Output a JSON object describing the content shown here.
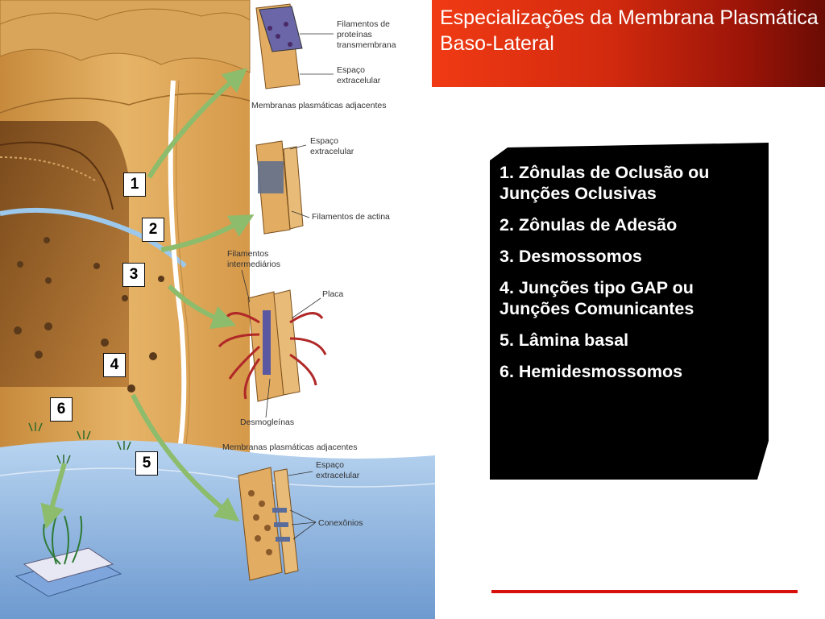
{
  "title": "Especializações da Membrana Plasmática Baso-Lateral",
  "legend": [
    "1. Zônulas de Oclusão ou Junções Oclusivas",
    "2. Zônulas de Adesão",
    "3. Desmossomos",
    "4. Junções tipo GAP ou Junções Comunicantes",
    "5. Lâmina basal",
    "6. Hemidesmossomos"
  ],
  "number_markers": [
    "1",
    "2",
    "3",
    "4",
    "5",
    "6"
  ],
  "diagram_labels": {
    "tight_1": "Filamentos de",
    "tight_2": "proteínas",
    "tight_3": "transmembrana",
    "extracellular_1a": "Espaço",
    "extracellular_1b": "extracelular",
    "adjacent_membranes_1": "Membranas plasmáticas adjacentes",
    "extracellular_2a": "Espaço",
    "extracellular_2b": "extracelular",
    "actin": "Filamentos de actina",
    "intermediate_1": "Filamentos",
    "intermediate_2": "intermediários",
    "plaque": "Placa",
    "desmogleins": "Desmogleínas",
    "adjacent_membranes_2": "Membranas plasmáticas adjacentes",
    "extracellular_3a": "Espaço",
    "extracellular_3b": "extracelular",
    "connexons": "Conexônios"
  },
  "colors": {
    "banner_start": "#f03a14",
    "banner_end": "#6a0c04",
    "legend_bg": "#000000",
    "accent_rule": "#d8100c",
    "cell": "#e0a858",
    "basal_lamina": "#9cc0e8",
    "arrow": "#8cbc6c"
  }
}
